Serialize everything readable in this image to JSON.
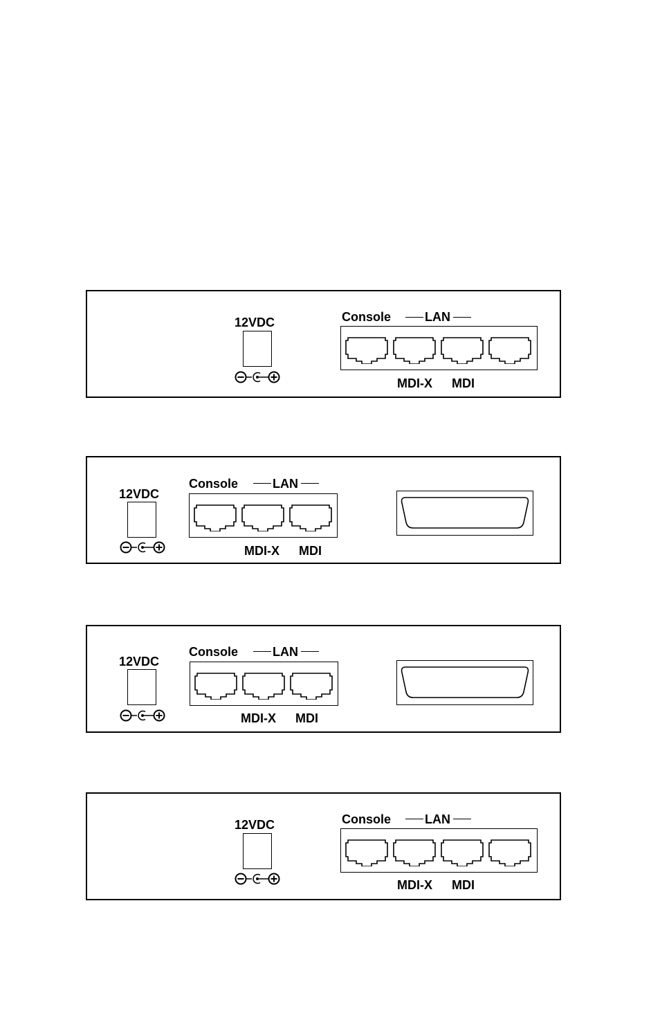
{
  "labels": {
    "power": "12VDC",
    "console": "Console",
    "lan": "LAN",
    "mdix": "MDI-X",
    "mdi": "MDI"
  },
  "panels": [
    {
      "ports": 4,
      "serial_connector": false
    },
    {
      "ports": 3,
      "serial_connector": true
    },
    {
      "ports": 3,
      "serial_connector": true
    },
    {
      "ports": 4,
      "serial_connector": false
    }
  ],
  "icons": {
    "port": "rj45-port-icon",
    "polarity": "dc-polarity-icon",
    "connector": "db25-connector-icon"
  }
}
